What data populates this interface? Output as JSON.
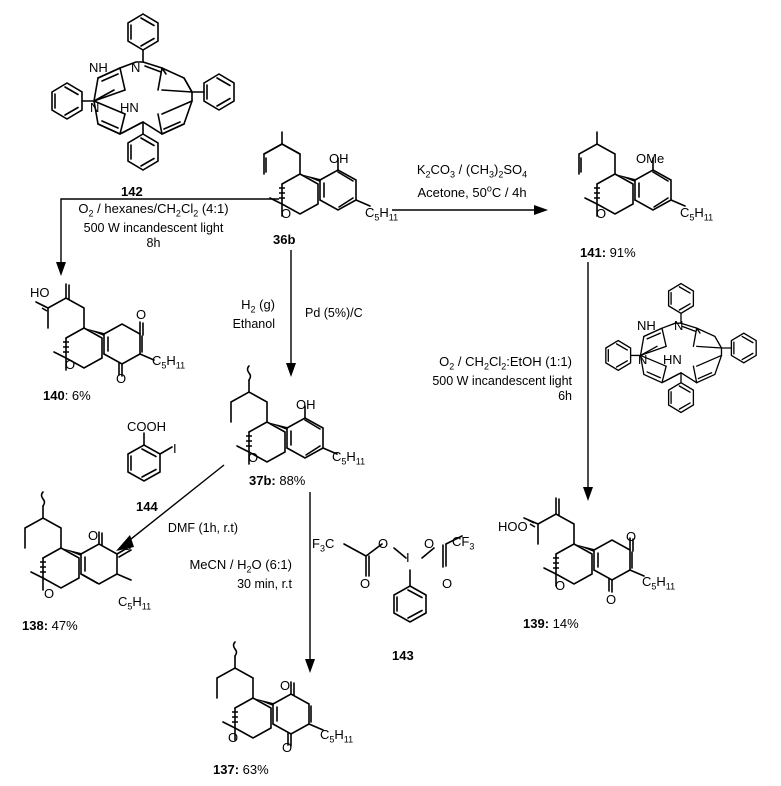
{
  "scheme": {
    "title": "Synthetic transformations of tetrahydrocannabinol (36b)",
    "background_color": "#ffffff",
    "line_color": "#000000"
  },
  "compounds": [
    {
      "id": "142",
      "label_number": "142",
      "label_yield": "",
      "label_full": "142",
      "name": "meso-tetraphenylporphyrin",
      "atom_labels": [
        "NH",
        "N",
        "N",
        "HN"
      ]
    },
    {
      "id": "36b",
      "label_number": "36b",
      "label_yield": "",
      "label_full": "36b",
      "name": "delta-9-tetrahydrocannabinol",
      "atom_labels": [
        "OH",
        "O",
        "C5H11"
      ]
    },
    {
      "id": "141",
      "label_number": "141",
      "label_yield": "91%",
      "label_full": "141: 91%",
      "name": "O-methyl tetrahydrocannabinol",
      "atom_labels": [
        "OMe",
        "O",
        "C5H11"
      ]
    },
    {
      "id": "142b",
      "label_number": "",
      "label_yield": "",
      "label_full": "",
      "name": "meso-tetraphenylporphyrin (second depiction)",
      "atom_labels": [
        "NH",
        "N",
        "N",
        "HN"
      ]
    },
    {
      "id": "140",
      "label_number": "140",
      "label_yield": "6%",
      "label_full": "140: 6%",
      "name": "hydroxy exocyclic methylene cannabinoid quinone",
      "atom_labels": [
        "HO",
        "O",
        "O",
        "O",
        "C5H11"
      ]
    },
    {
      "id": "37b",
      "label_number": "37b",
      "label_yield": "88%",
      "label_full": "37b: 88%",
      "name": "hexahydrocannabinol",
      "atom_labels": [
        "OH",
        "O",
        "C5H11"
      ]
    },
    {
      "id": "139",
      "label_number": "139",
      "label_yield": "14%",
      "label_full": "139: 14%",
      "name": "hydroperoxy exocyclic methylene cannabinoid quinone",
      "atom_labels": [
        "HOO",
        "O",
        "O",
        "O",
        "C5H11"
      ]
    },
    {
      "id": "144",
      "label_number": "144",
      "label_yield": "",
      "label_full": "144",
      "name": "2-iodobenzoic acid",
      "atom_labels": [
        "COOH",
        "I"
      ]
    },
    {
      "id": "138",
      "label_number": "138",
      "label_yield": "47%",
      "label_full": "138: 47%",
      "name": "hexahydrocannabinol ortho-quinone",
      "atom_labels": [
        "O",
        "O",
        "O",
        "C5H11"
      ]
    },
    {
      "id": "143",
      "label_number": "143",
      "label_yield": "",
      "label_full": "143",
      "name": "phenyliodine bis(trifluoroacetate) (PIFA)",
      "atom_labels": [
        "F3C",
        "CF3",
        "O",
        "O",
        "O",
        "O",
        "I"
      ]
    },
    {
      "id": "137",
      "label_number": "137",
      "label_yield": "63%",
      "label_full": "137: 63%",
      "name": "hexahydrocannabinol para-quinone",
      "atom_labels": [
        "O",
        "O",
        "O",
        "C5H11"
      ]
    }
  ],
  "reactions": [
    {
      "id": "rxn-36b-to-140",
      "from": "36b",
      "to": "140",
      "catalyst_above": "142",
      "conditions_lines": [
        "O2 / hexanes/CH2Cl2 (4:1)",
        "500 W incandescent light",
        "8h"
      ]
    },
    {
      "id": "rxn-36b-to-141",
      "from": "36b",
      "to": "141",
      "conditions_lines": [
        "K2CO3 / (CH3)2SO4",
        "Acetone,  50°C / 4h"
      ]
    },
    {
      "id": "rxn-36b-to-37b",
      "from": "36b",
      "to": "37b",
      "conditions_left_lines": [
        "H2 (g)",
        "Ethanol"
      ],
      "conditions_right_lines": [
        "Pd (5%)/C"
      ]
    },
    {
      "id": "rxn-141-to-139",
      "from": "141",
      "to": "139",
      "catalyst_right": "142",
      "conditions_lines": [
        "O2 / CH2Cl2:EtOH (1:1)",
        "500 W incandescent light",
        "6h"
      ]
    },
    {
      "id": "rxn-37b-to-138",
      "from": "37b",
      "to": "138",
      "reagent": "144",
      "conditions_lines": [
        "DMF (1h, r.t)"
      ]
    },
    {
      "id": "rxn-37b-to-137",
      "from": "37b",
      "to": "137",
      "reagent": "143",
      "conditions_lines": [
        "MeCN / H2O (6:1)",
        "30 min, r.t"
      ]
    }
  ],
  "text": {
    "cond_140_line1_a": "O",
    "cond_140_line1_b": "2",
    "cond_140_line1_c": " / hexanes/CH",
    "cond_140_line1_d": "2",
    "cond_140_line1_e": "Cl",
    "cond_140_line1_f": "2",
    "cond_140_line1_g": " (4:1)",
    "cond_140_line2": "500 W incandescent light",
    "cond_140_line3": "8h",
    "cond_141_line2": "Acetone,  50",
    "cond_141_line2b": "C / 4h",
    "cond_139_line2": "500 W incandescent light",
    "cond_139_line3": "6h",
    "cond_37b_left_1": "H",
    "cond_37b_left_2": " (g)",
    "cond_37b_left_3": "Ethanol",
    "cond_37b_right": "Pd (5%)/C",
    "cond_138": "DMF (1h, r.t)",
    "cond_137_line2": "30 min, r.t",
    "label_142": "142",
    "label_36b": "36b",
    "label_141": "141:",
    "yield_141": " 91%",
    "label_140": "140",
    "yield_140": ": 6%",
    "label_37b": "37b:",
    "yield_37b": " 88%",
    "label_139": "139:",
    "yield_139": " 14%",
    "label_144": "144",
    "label_138": "138:",
    "yield_138": " 47%",
    "label_143": "143",
    "label_137": "137:",
    "yield_137": " 63%",
    "atom_OH": "OH",
    "atom_O": "O",
    "atom_OMe": "OMe",
    "atom_HO": "HO",
    "atom_HOO": "HOO",
    "atom_NH": "NH",
    "atom_N": "N",
    "atom_HN": "HN",
    "atom_COOH": "COOH",
    "atom_I": "I",
    "atom_C5H11_c": "C",
    "atom_C5H11_5": "5",
    "atom_C5H11_h": "H",
    "atom_C5H11_11": "11",
    "atom_F3C_f": "F",
    "atom_F3C_3": "3",
    "atom_F3C_c": "C",
    "atom_CF3_c": "C",
    "atom_CF3_f": "F",
    "atom_CF3_3": "3"
  }
}
